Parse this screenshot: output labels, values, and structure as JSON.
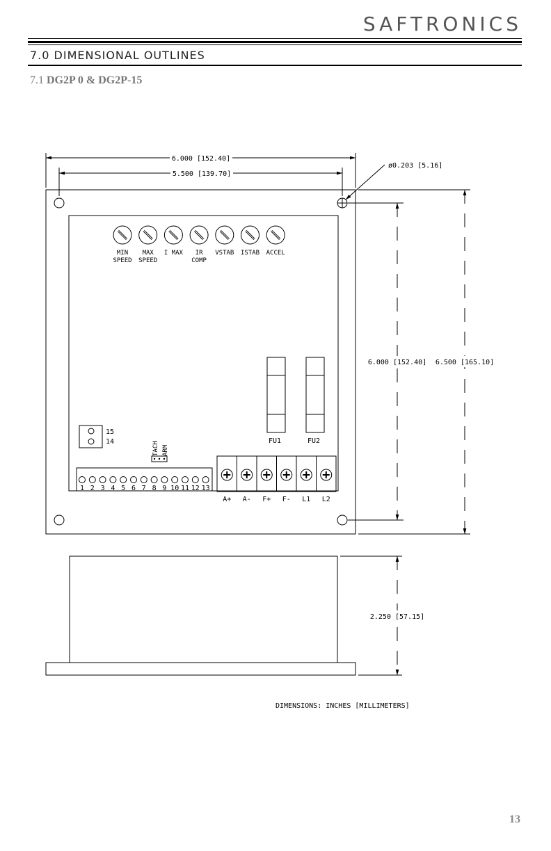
{
  "header": {
    "brand": "SAFTRONICS"
  },
  "section": {
    "title": "7.0 DIMENSIONAL OUTLINES"
  },
  "subsection": {
    "number": "7.1",
    "title": "DG2P 0 & DG2P-15"
  },
  "diagram": {
    "dim_width_overall": "6.000 [152.40]",
    "dim_width_holes": "5.500 [139.70]",
    "dim_hole_diameter": "ø0.203 [5.16]",
    "dim_height_holes": "6.000 [152.40]",
    "dim_height_overall": "6.500 [165.10]",
    "dim_depth": "2.250 [57.15]",
    "units_note": "DIMENSIONS: INCHES [MILLIMETERS]",
    "potentiometers": [
      {
        "line1": "MIN",
        "line2": "SPEED"
      },
      {
        "line1": "MAX",
        "line2": "SPEED"
      },
      {
        "line1": "I MAX",
        "line2": ""
      },
      {
        "line1": "IR",
        "line2": "COMP"
      },
      {
        "line1": "VSTAB",
        "line2": ""
      },
      {
        "line1": "ISTAB",
        "line2": ""
      },
      {
        "line1": "ACCEL",
        "line2": ""
      }
    ],
    "fuses": [
      "FU1",
      "FU2"
    ],
    "jumper_pins": [
      "15",
      "14"
    ],
    "tach_arm_labels": [
      "TACH",
      "ARM"
    ],
    "terminal_strip": [
      "1",
      "2",
      "3",
      "4",
      "5",
      "6",
      "7",
      "8",
      "9",
      "10",
      "11",
      "12",
      "13"
    ],
    "power_terminals": [
      "A+",
      "A-",
      "F+",
      "F-",
      "L1",
      "L2"
    ]
  },
  "footer": {
    "page_number": "13"
  }
}
